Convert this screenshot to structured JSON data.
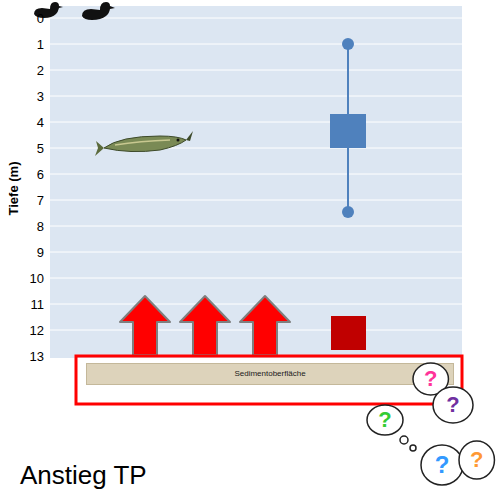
{
  "diagram": {
    "nodes": [
      {
        "text": [
          "Sedimentoberfläche"
        ]
      },
      {
        "text": [
          "?"
        ]
      },
      {
        "text": [
          "?"
        ]
      },
      {
        "text": [
          "?"
        ]
      },
      {
        "text": [
          "?"
        ]
      },
      {
        "text": [
          "?"
        ]
      }
    ],
    "labels": [
      "0",
      "1",
      "2",
      "3",
      "4",
      "5",
      "6",
      "7",
      "8",
      "9",
      "10",
      "11",
      "12",
      "13",
      "Tiefe (m)",
      "Anstieg TP"
    ]
  }
}
